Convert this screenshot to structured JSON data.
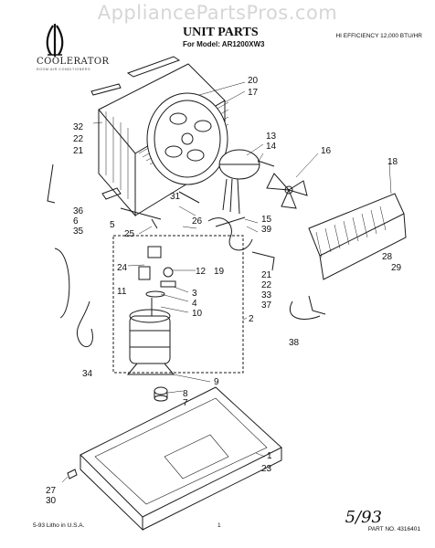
{
  "watermark": "AppliancePartsPros.com",
  "brand": {
    "logo_name": "COOLERATOR",
    "tagline": "ROOM AIR CONDITIONERS"
  },
  "header": {
    "title": "UNIT PARTS",
    "model_line": "For Model: AR1200XW3",
    "efficiency": "HI EFFICIENCY 12,000 BTU/HR"
  },
  "footer": {
    "litho": "5-93 Litho in U.S.A.",
    "page": "1",
    "part_no": "PART NO. 4316401",
    "handwritten_date": "5/93"
  },
  "callouts": [
    "20",
    "17",
    "32",
    "22",
    "21",
    "13",
    "14",
    "16",
    "18",
    "36",
    "6",
    "35",
    "31",
    "5",
    "26",
    "15",
    "39",
    "25",
    "24",
    "12",
    "19",
    "11",
    "3",
    "4",
    "10",
    "2",
    "21",
    "22",
    "33",
    "37",
    "28",
    "29",
    "38",
    "34",
    "9",
    "8",
    "7",
    "1",
    "23",
    "27",
    "30"
  ],
  "colors": {
    "ink": "#1a1a1a",
    "watermark": "#d6d6d6",
    "paper": "#ffffff"
  }
}
